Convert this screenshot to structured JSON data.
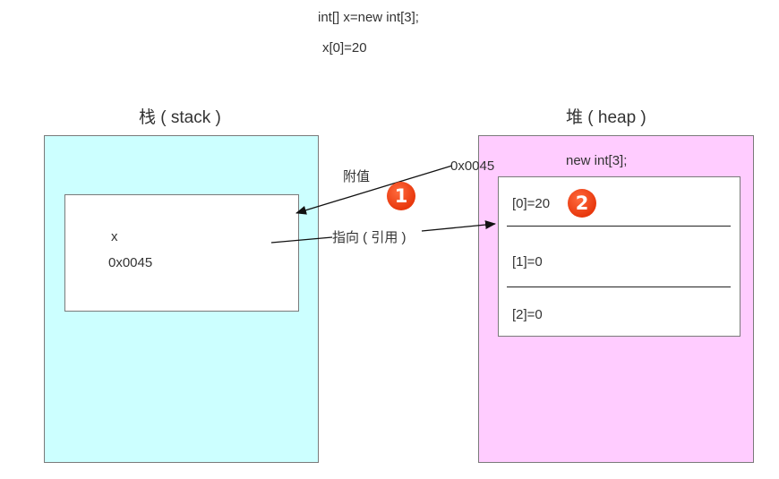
{
  "code": {
    "line1": "int[]  x=new int[3];",
    "line2": "x[0]=20"
  },
  "stack": {
    "title": "栈 ( stack )",
    "var_name": "x",
    "var_value": "0x0045"
  },
  "heap": {
    "title": "堆 ( heap )",
    "label": "new int[3];",
    "cells": [
      "[0]=20",
      "[1]=0",
      "[2]=0"
    ]
  },
  "arrows": {
    "assign_label": "附值",
    "address_label": "0x0045",
    "ref_label": "指向 ( 引用 )"
  },
  "badges": [
    "1",
    "2"
  ],
  "colors": {
    "stack_bg": "#ccffff",
    "heap_bg": "#ffccff",
    "badge": "#e8380d"
  }
}
